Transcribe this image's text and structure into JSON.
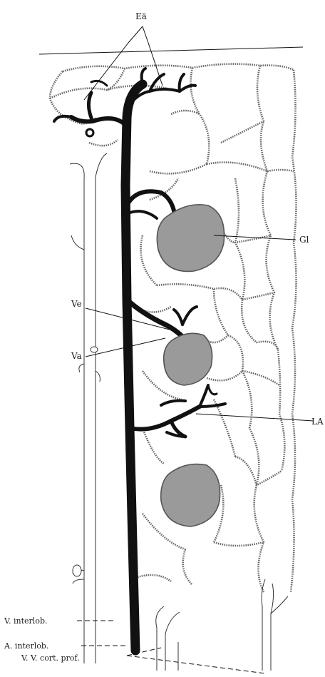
{
  "labels": {
    "ea": "Eä",
    "gl": "Gl",
    "ve": "Ve",
    "va": "Va",
    "la": "LA",
    "v_interlob": "V. interlob.",
    "a_interlob": "A. interlob.",
    "vv_cort_prof": "V. V. cort. prof."
  },
  "colors": {
    "artery": "#111111",
    "glomerulus": "#9a9a9a",
    "capillary": "#6a6a6a",
    "background": "#ffffff"
  }
}
